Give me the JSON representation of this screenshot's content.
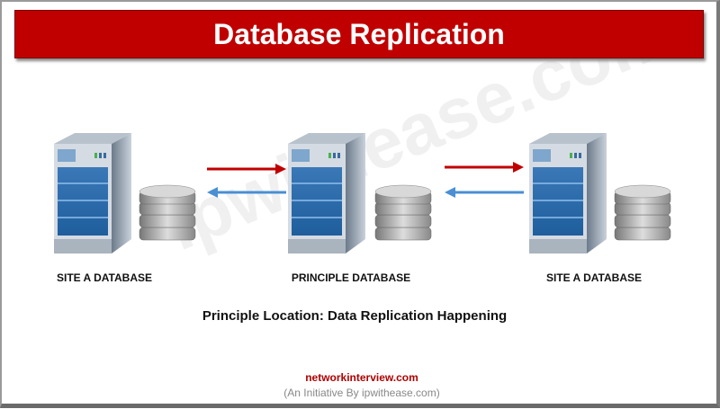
{
  "title": "Database Replication",
  "nodes": [
    {
      "label": "SITE A DATABASE"
    },
    {
      "label": "PRINCIPLE DATABASE"
    },
    {
      "label": "SITE A DATABASE"
    }
  ],
  "caption": "Principle Location: Data Replication Happening",
  "watermark": "ipwithease.com",
  "footer": {
    "site": "networkinterview.com",
    "subtitle": "(An Initiative By ipwithease.com)"
  },
  "colors": {
    "title_bg": "#c00000",
    "forward_arrow": "#c00000",
    "backward_arrow": "#4a8fd4"
  }
}
